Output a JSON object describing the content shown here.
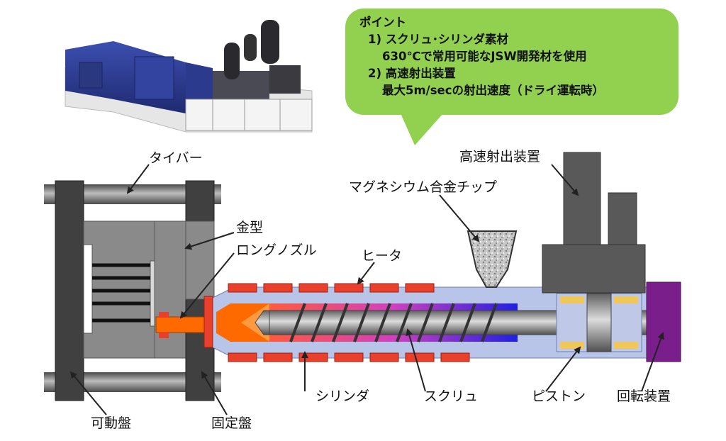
{
  "callout": {
    "heading": "ポイント",
    "point1_title": "1) スクリュ･シリンダ素材",
    "point1_detail": "630℃で常用可能なJSW開発材を使用",
    "point2_title": "2) 高速射出装置",
    "point2_detail": "最大5m/secの射出速度（ドライ運転時）",
    "color": "#92d050"
  },
  "labels": {
    "tie_bar": "タイバー",
    "mold": "金型",
    "long_nozzle": "ロングノズル",
    "heater": "ヒータ",
    "magnesium_chip": "マグネシウム合金チップ",
    "high_speed_injection": "高速射出装置",
    "movable_platen": "可動盤",
    "fixed_platen": "固定盤",
    "cylinder": "シリンダ",
    "screw": "スクリュ",
    "piston": "ピストン",
    "rotation_device": "回転装置"
  },
  "colors": {
    "platen": "#404040",
    "heater": "#e8402a",
    "cylinder_body": "#b8c4e8",
    "melt": "#ff6a00",
    "rotation": "#7a1e8c",
    "piston_ring": "#f0c85a",
    "machine_body": "#2e3f9a"
  }
}
